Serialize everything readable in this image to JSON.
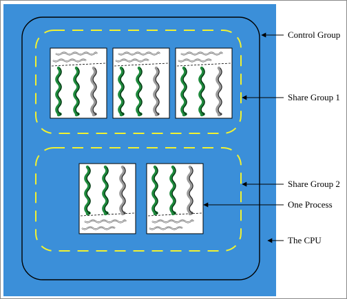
{
  "colors": {
    "cpu_fill": "#3b8fd9",
    "group_dash": "#f2f230",
    "process_fill": "#ffffff",
    "thread_dark": "#111111",
    "thread_green": "#1e8a3c",
    "thread_gray": "#9a9a9a"
  },
  "labels": {
    "control_group": "Control Group",
    "share_group_1": "Share Group 1",
    "share_group_2": "Share Group 2",
    "one_process": "One Process",
    "the_cpu": "The CPU"
  },
  "share_group_1": {
    "process_count": 3,
    "threads_per_process": 3
  },
  "share_group_2": {
    "process_count": 2,
    "threads_per_process": 3
  }
}
